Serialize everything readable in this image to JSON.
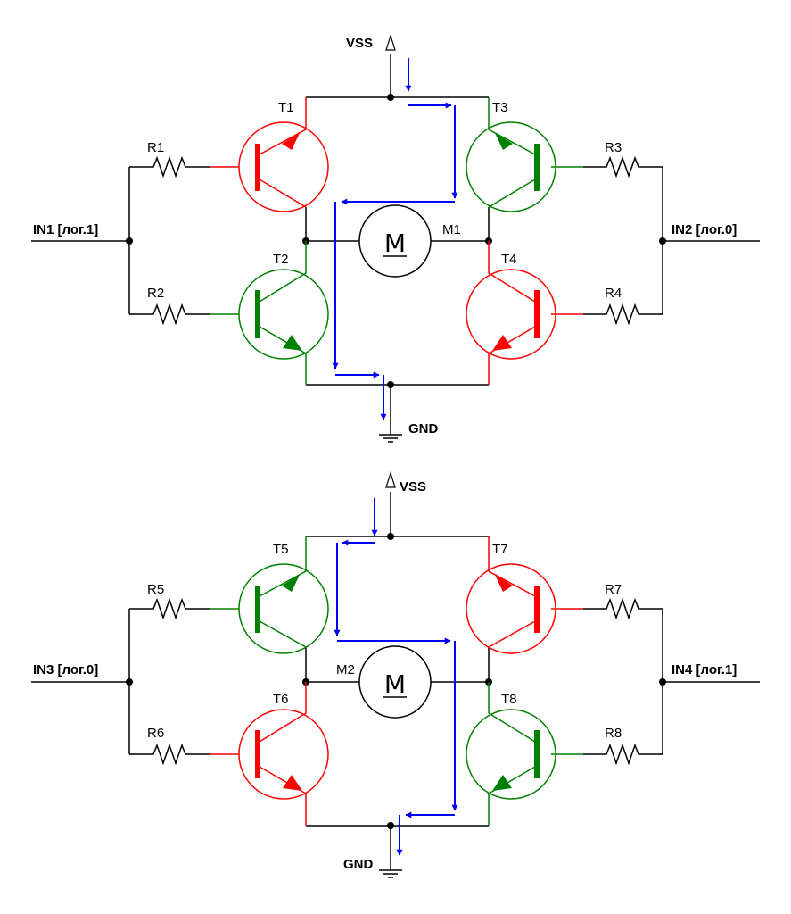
{
  "colors": {
    "wire": "#000000",
    "conducting": "#008000",
    "off": "#ff0000",
    "current_path": "#0000ff"
  },
  "bridge1": {
    "supply": "VSS",
    "ground": "GND",
    "input_left": "IN1 [лог.1]",
    "input_right": "IN2 [лог.0]",
    "motor": "M1",
    "motor_symbol": "M",
    "transistors": [
      "T1",
      "T2",
      "T3",
      "T4"
    ],
    "transistor_states": [
      "off",
      "on",
      "on",
      "off"
    ],
    "resistors": [
      "R1",
      "R2",
      "R3",
      "R4"
    ]
  },
  "bridge2": {
    "supply": "VSS",
    "ground": "GND",
    "input_left": "IN3 [лог.0]",
    "input_right": "IN4 [лог.1]",
    "motor": "M2",
    "motor_symbol": "M",
    "transistors": [
      "T5",
      "T6",
      "T7",
      "T8"
    ],
    "transistor_states": [
      "on",
      "off",
      "off",
      "on"
    ],
    "resistors": [
      "R5",
      "R6",
      "R7",
      "R8"
    ]
  }
}
